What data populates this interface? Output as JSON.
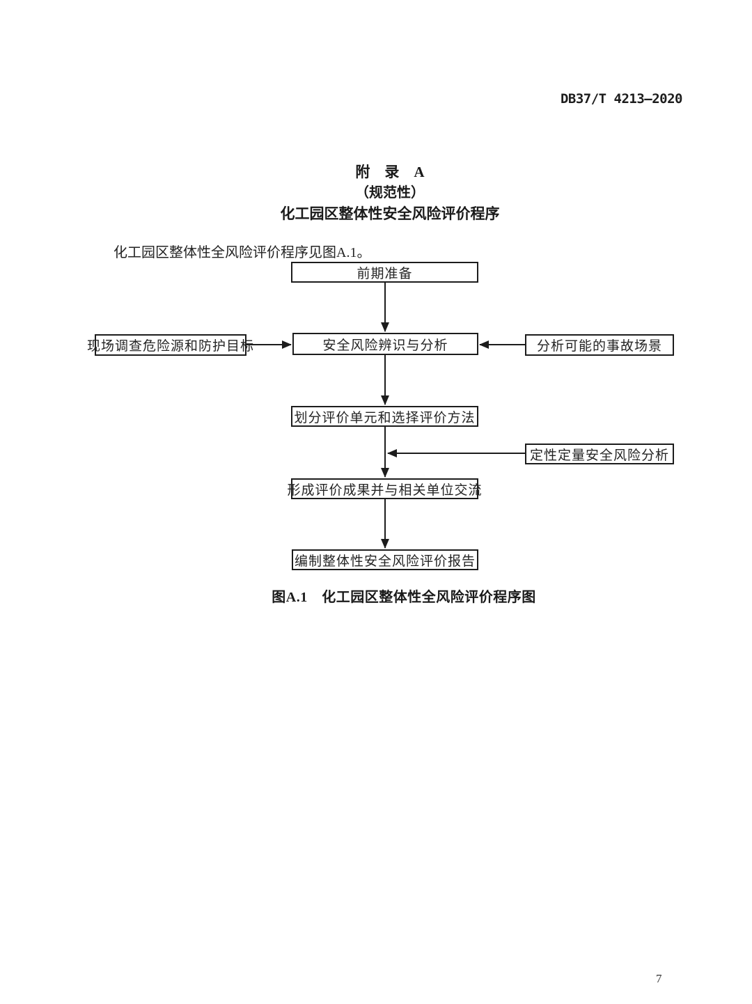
{
  "page": {
    "header": "DB37/T 4213—2020",
    "page_number": "7"
  },
  "appendix": {
    "title_line1": "附　录　A",
    "title_line2": "（规范性）",
    "title_line3": "化工园区整体性安全风险评价程序",
    "intro": "化工园区整体性全风险评价程序见图A.1。"
  },
  "flowchart": {
    "caption": "图A.1　化工园区整体性全风险评价程序图",
    "nodes": [
      {
        "id": "prep",
        "label": "前期准备"
      },
      {
        "id": "site-survey",
        "label": "现场调查危险源和防护目标"
      },
      {
        "id": "risk-identify",
        "label": "安全风险辨识与分析"
      },
      {
        "id": "accident-scenarios",
        "label": "分析可能的事故场景"
      },
      {
        "id": "divide-units",
        "label": "划分评价单元和选择评价方法"
      },
      {
        "id": "qual-quant",
        "label": "定性定量安全风险分析"
      },
      {
        "id": "form-results",
        "label": "形成评价成果并与相关单位交流"
      },
      {
        "id": "compile-report",
        "label": "编制整体性安全风险评价报告"
      }
    ]
  },
  "colors": {
    "ink": "#1c1c1c",
    "background": "#ffffff"
  }
}
